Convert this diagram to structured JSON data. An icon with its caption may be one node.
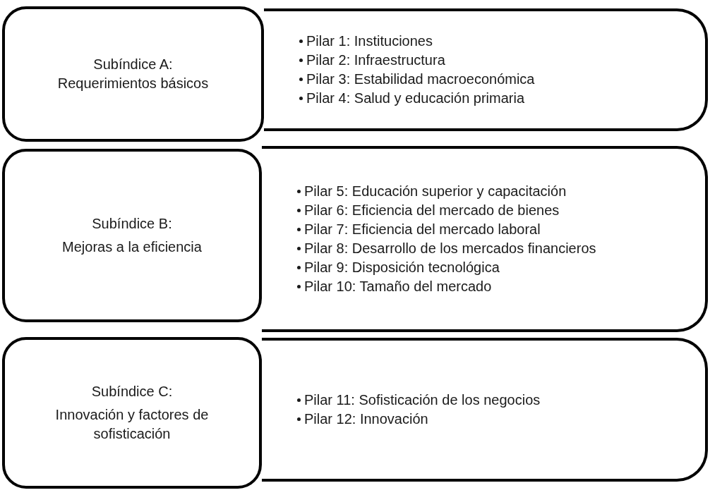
{
  "diagram": {
    "nodes": [
      {
        "text": [
          "Subíndice A: Requerimientos básicos"
        ]
      },
      {
        "text": [
          "Pilar 1: Instituciones",
          "Pilar 2: Infraestructura",
          "Pilar 3: Estabilidad macroeconómica",
          "Pilar 4: Salud y educación primaria"
        ]
      },
      {
        "text": [
          "Subíndice B:",
          "Mejoras a la eficiencia"
        ]
      },
      {
        "text": [
          "Pilar 5: Educación superior y capacitación",
          "Pilar 6: Eficiencia del mercado de bienes",
          "Pilar 7: Eficiencia del mercado laboral",
          "Pilar 8: Desarrollo de los mercados financieros",
          "Pilar 9: Disposición tecnológica",
          "Pilar 10: Tamaño del mercado"
        ]
      },
      {
        "text": [
          "Subíndice C:",
          "Innovación y factores de sofisticación"
        ]
      },
      {
        "text": [
          "Pilar 11: Sofisticación de los negocios",
          "Pilar 12: Innovación"
        ]
      }
    ]
  }
}
